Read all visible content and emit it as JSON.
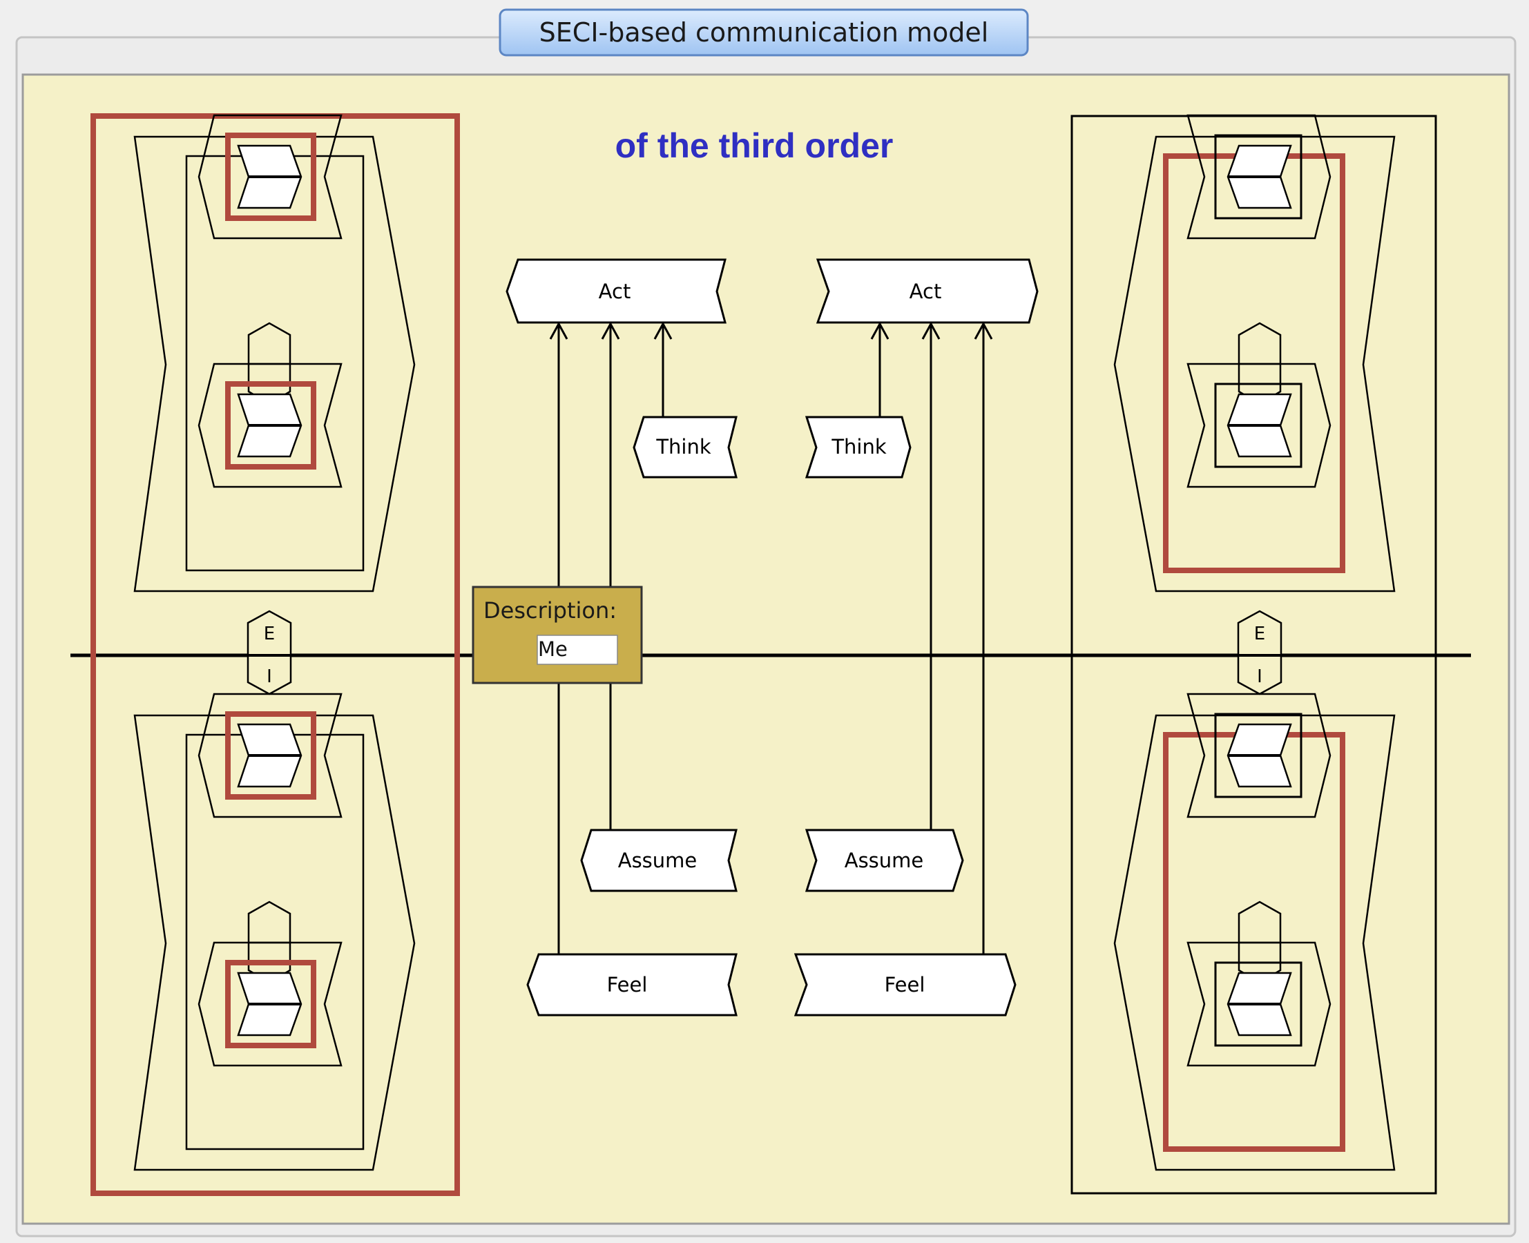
{
  "window": {
    "title_tab": "SECI-based communication model"
  },
  "diagram": {
    "subtitle": "of the third order",
    "separator_top_letter": "E",
    "separator_bottom_letter": "I",
    "description": {
      "label": "Description:",
      "value": "Me"
    },
    "left_column": {
      "act": "Act",
      "think": "Think",
      "assume": "Assume",
      "feel": "Feel"
    },
    "right_column": {
      "act": "Act",
      "think": "Think",
      "assume": "Assume",
      "feel": "Feel"
    }
  },
  "colors": {
    "panel_background": "#f5f1c8",
    "highlight_frame": "#b04a3e",
    "subtitle_text": "#2f2fc2",
    "description_box": "#c9ae4c",
    "title_tab_fill": "#b7d4f7",
    "line": "#000000"
  }
}
